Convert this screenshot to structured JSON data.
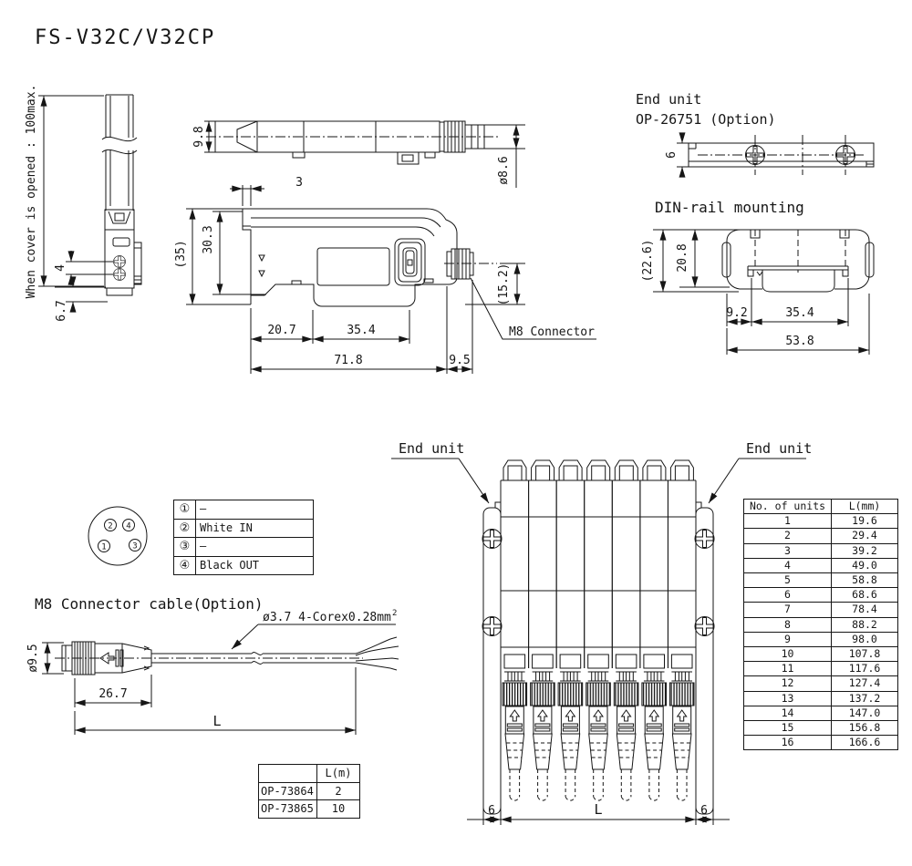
{
  "title": "FS-V32C/V32CP",
  "colors": {
    "line": "#161616",
    "background": "#ffffff"
  },
  "side_view": {
    "note": "When cover is opened : 100max.",
    "dim_screw_pitch": "4",
    "dim_foot": "6.7"
  },
  "top_view": {
    "dim_height": "9.8",
    "dim_connector_dia": "ø8.6"
  },
  "front_view": {
    "dim_lip": "3",
    "dim_body_height": "30.3",
    "dim_total_height": "(35)",
    "dim_connector_height": "(15.2)",
    "dim_left": "20.7",
    "dim_clip": "35.4",
    "dim_length": "71.8",
    "dim_connector": "9.5",
    "m8_label": "M8 Connector"
  },
  "end_unit": {
    "title": "End unit",
    "subtitle": "OP-26751 (Option)",
    "dim_thickness": "6"
  },
  "din_rail": {
    "title": "DIN-rail mounting",
    "dim_total_height": "(22.6)",
    "dim_height": "20.8",
    "dim_offset": "9.2",
    "dim_rail": "35.4",
    "dim_width": "53.8"
  },
  "pinout": {
    "pin1": "1",
    "pin2": "2",
    "pin3": "3",
    "pin4": "4",
    "rows": [
      [
        "①",
        "–"
      ],
      [
        "②",
        "White IN"
      ],
      [
        "③",
        "–"
      ],
      [
        "④",
        "Black OUT"
      ]
    ]
  },
  "cable": {
    "title": "M8 Connector cable(Option)",
    "wire_label": "ø3.7 4-Corex0.28mm",
    "wire_label_sup": "2",
    "dim_dia": "ø9.5",
    "dim_connector": "26.7",
    "dim_length": "L"
  },
  "cable_table": {
    "header": [
      "",
      "L(m)"
    ],
    "rows": [
      [
        "OP-73864",
        "2"
      ],
      [
        "OP-73865",
        "10"
      ]
    ]
  },
  "gang": {
    "left_label": "End unit",
    "right_label": "End unit",
    "dim_left": "6",
    "dim_length": "L",
    "dim_right": "6"
  },
  "units_table": {
    "header": [
      "No. of units",
      "L(mm)"
    ],
    "rows": [
      [
        "1",
        "19.6"
      ],
      [
        "2",
        "29.4"
      ],
      [
        "3",
        "39.2"
      ],
      [
        "4",
        "49.0"
      ],
      [
        "5",
        "58.8"
      ],
      [
        "6",
        "68.6"
      ],
      [
        "7",
        "78.4"
      ],
      [
        "8",
        "88.2"
      ],
      [
        "9",
        "98.0"
      ],
      [
        "10",
        "107.8"
      ],
      [
        "11",
        "117.6"
      ],
      [
        "12",
        "127.4"
      ],
      [
        "13",
        "137.2"
      ],
      [
        "14",
        "147.0"
      ],
      [
        "15",
        "156.8"
      ],
      [
        "16",
        "166.6"
      ]
    ]
  }
}
